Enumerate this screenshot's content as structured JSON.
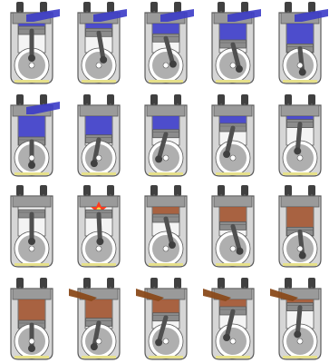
{
  "colors": {
    "background": "#ffffff",
    "engine_block": "#d6d6d6",
    "engine_outline": "#5a5a5a",
    "cylinder_head": "#9a9a9a",
    "crank_case": "#404040",
    "crank_web": "#6e6e6e",
    "piston": "#8c8c8c",
    "intake_charge": "#3b3bc8",
    "combustion": "#a0522d",
    "exhaust_gas": "#8a4a1a",
    "spark": "#ff3b1f",
    "spark_core": "#ffe14a",
    "oil_pan": "#e6e08a"
  },
  "rows": [
    {
      "stroke": "intake",
      "frames": [
        {
          "fill": "intake",
          "level": 0.05,
          "crank_angle": 0,
          "intake_open": true,
          "exhaust_open": false,
          "port_flow": "intake"
        },
        {
          "fill": "intake",
          "level": 0.25,
          "crank_angle": 40,
          "intake_open": true,
          "exhaust_open": false,
          "port_flow": "intake"
        },
        {
          "fill": "intake",
          "level": 0.45,
          "crank_angle": 80,
          "intake_open": true,
          "exhaust_open": false,
          "port_flow": "intake"
        },
        {
          "fill": "intake",
          "level": 0.65,
          "crank_angle": 120,
          "intake_open": true,
          "exhaust_open": false,
          "port_flow": "intake"
        },
        {
          "fill": "intake",
          "level": 0.85,
          "crank_angle": 160,
          "intake_open": true,
          "exhaust_open": false,
          "port_flow": "intake"
        }
      ]
    },
    {
      "stroke": "compression",
      "frames": [
        {
          "fill": "intake",
          "level": 0.95,
          "crank_angle": 180,
          "intake_open": true,
          "exhaust_open": false,
          "port_flow": "intake"
        },
        {
          "fill": "intake",
          "level": 0.75,
          "crank_angle": 220,
          "intake_open": false,
          "exhaust_open": false,
          "port_flow": "none"
        },
        {
          "fill": "intake",
          "level": 0.5,
          "crank_angle": 260,
          "intake_open": false,
          "exhaust_open": false,
          "port_flow": "none"
        },
        {
          "fill": "intake",
          "level": 0.3,
          "crank_angle": 300,
          "intake_open": false,
          "exhaust_open": false,
          "port_flow": "none"
        },
        {
          "fill": "intake",
          "level": 0.12,
          "crank_angle": 340,
          "intake_open": false,
          "exhaust_open": false,
          "port_flow": "none"
        }
      ]
    },
    {
      "stroke": "power",
      "frames": [
        {
          "fill": "none",
          "level": 0.05,
          "crank_angle": 0,
          "intake_open": false,
          "exhaust_open": false,
          "port_flow": "none",
          "spark": false
        },
        {
          "fill": "spark",
          "level": 0.05,
          "crank_angle": 10,
          "intake_open": false,
          "exhaust_open": false,
          "port_flow": "none",
          "spark": true
        },
        {
          "fill": "combustion",
          "level": 0.3,
          "crank_angle": 60,
          "intake_open": false,
          "exhaust_open": false,
          "port_flow": "none"
        },
        {
          "fill": "combustion",
          "level": 0.6,
          "crank_angle": 110,
          "intake_open": false,
          "exhaust_open": false,
          "port_flow": "none"
        },
        {
          "fill": "combustion",
          "level": 0.85,
          "crank_angle": 160,
          "intake_open": false,
          "exhaust_open": false,
          "port_flow": "none"
        }
      ]
    },
    {
      "stroke": "exhaust",
      "frames": [
        {
          "fill": "combustion",
          "level": 0.9,
          "crank_angle": 180,
          "intake_open": false,
          "exhaust_open": false,
          "port_flow": "none"
        },
        {
          "fill": "combustion",
          "level": 0.7,
          "crank_angle": 220,
          "intake_open": false,
          "exhaust_open": true,
          "port_flow": "exhaust"
        },
        {
          "fill": "combustion",
          "level": 0.5,
          "crank_angle": 260,
          "intake_open": false,
          "exhaust_open": true,
          "port_flow": "exhaust"
        },
        {
          "fill": "combustion",
          "level": 0.3,
          "crank_angle": 300,
          "intake_open": false,
          "exhaust_open": true,
          "port_flow": "exhaust"
        },
        {
          "fill": "combustion",
          "level": 0.12,
          "crank_angle": 340,
          "intake_open": false,
          "exhaust_open": true,
          "port_flow": "exhaust"
        }
      ]
    }
  ]
}
